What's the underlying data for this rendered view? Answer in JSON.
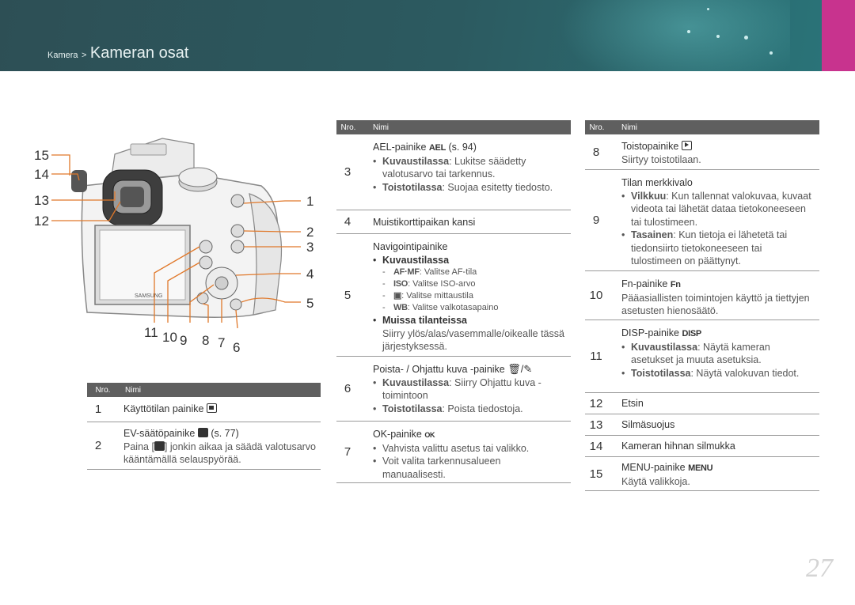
{
  "header": {
    "breadcrumb_parent": "Kamera",
    "breadcrumb_sep": ">",
    "title": "Kameran osat"
  },
  "page_number": "27",
  "camera_numbers": [
    "15",
    "14",
    "13",
    "12",
    "1",
    "2",
    "3",
    "4",
    "5",
    "11",
    "10",
    "9",
    "8",
    "7",
    "6"
  ],
  "brand_on_camera": "SAMSUNG",
  "table_header": {
    "nro": "Nro.",
    "nimi": "Nimi"
  },
  "table_left": [
    {
      "nro": "1",
      "name": "Käyttötilan painike",
      "icon": "mode-dial-icon"
    },
    {
      "nro": "2",
      "name": "EV-säätöpainike",
      "icon": "ev-icon",
      "ref": "(s. 77)",
      "desc_pre": "Paina [",
      "desc_post": "] jonkin aikaa ja säädä valotusarvo kääntämällä selauspyörää."
    }
  ],
  "table_mid": [
    {
      "nro": "3",
      "name": "AEL-painike",
      "glyph": "AEL",
      "ref": "(s. 94)",
      "bullets": [
        {
          "bold": "Kuvaustilassa",
          "text": ": Lukitse säädetty valotusarvo tai tarkennus."
        },
        {
          "bold": "Toistotilassa",
          "text": ": Suojaa esitetty tiedosto."
        }
      ]
    },
    {
      "nro": "4",
      "name": "Muistikorttipaikan kansi"
    },
    {
      "nro": "5",
      "name": "Navigointipainike",
      "sub1": "Kuvaustilassa",
      "dashes": [
        {
          "glyph": "AF·MF",
          "text": ": Valitse AF-tila"
        },
        {
          "glyph": "ISO",
          "text": ": Valitse ISO-arvo"
        },
        {
          "glyph": "▣",
          "text": ": Valitse mittaustila"
        },
        {
          "glyph": "WB",
          "text": ": Valitse valkotasapaino"
        }
      ],
      "sub2": "Muissa tilanteissa",
      "sub2_text": "Siirry ylös/alas/vasemmalle/oikealle tässä järjestyksessä."
    },
    {
      "nro": "6",
      "name": "Poista- / Ohjattu kuva -painike",
      "bullets": [
        {
          "bold": "Kuvaustilassa",
          "text": ": Siirry Ohjattu kuva -toimintoon"
        },
        {
          "bold": "Toistotilassa",
          "text": ": Poista tiedostoja."
        }
      ]
    },
    {
      "nro": "7",
      "name": "OK-painike",
      "glyph": "OK",
      "bullets": [
        {
          "bold": "",
          "text": "Vahvista valittu asetus tai valikko."
        },
        {
          "bold": "",
          "text": "Voit valita tarkennusalueen manuaalisesti."
        }
      ]
    }
  ],
  "table_right": [
    {
      "nro": "8",
      "name": "Toistopainike",
      "desc": "Siirtyy toistotilaan."
    },
    {
      "nro": "9",
      "name": "Tilan merkkivalo",
      "bullets": [
        {
          "bold": "Vilkkuu",
          "text": ": Kun tallennat valokuvaa, kuvaat videota tai lähetät dataa tietokoneeseen tai tulostimeen."
        },
        {
          "bold": "Tasainen",
          "text": ": Kun tietoja ei lähetetä tai tiedonsiirto tietokoneeseen tai tulostimeen on päättynyt."
        }
      ]
    },
    {
      "nro": "10",
      "name": "Fn-painike",
      "glyph": "Fn",
      "desc": "Pääasiallisten toimintojen käyttö ja tiettyjen asetusten hienosäätö."
    },
    {
      "nro": "11",
      "name": "DISP-painike",
      "glyph": "DISP",
      "bullets": [
        {
          "bold": "Kuvaustilassa",
          "text": ": Näytä kameran asetukset ja muuta asetuksia."
        },
        {
          "bold": "Toistotilassa",
          "text": ": Näytä valokuvan tiedot."
        }
      ]
    },
    {
      "nro": "12",
      "name": "Etsin"
    },
    {
      "nro": "13",
      "name": "Silmäsuojus"
    },
    {
      "nro": "14",
      "name": "Kameran hihnan silmukka"
    },
    {
      "nro": "15",
      "name": "MENU-painike",
      "glyph": "MENU",
      "desc": "Käytä valikkoja."
    }
  ]
}
